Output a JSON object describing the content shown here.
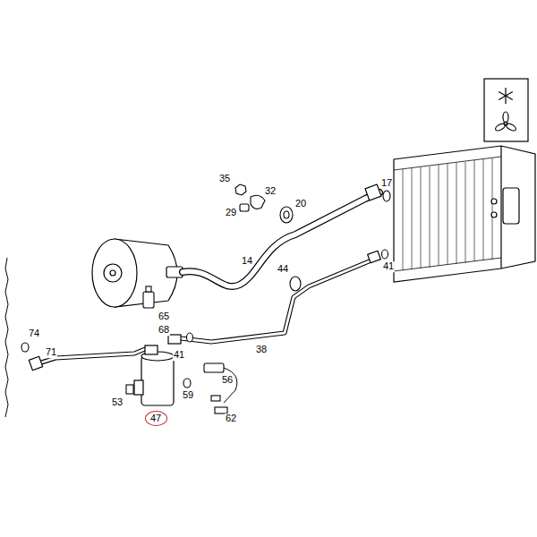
{
  "diagram": {
    "nodes": [
      {
        "text": [
          "47"
        ]
      }
    ],
    "labels": [
      "35",
      "32",
      "17",
      "29",
      "20",
      "14",
      "44",
      "41",
      "65",
      "68",
      "74",
      "71",
      "38",
      "41",
      "53",
      "59",
      "56",
      "62"
    ]
  }
}
